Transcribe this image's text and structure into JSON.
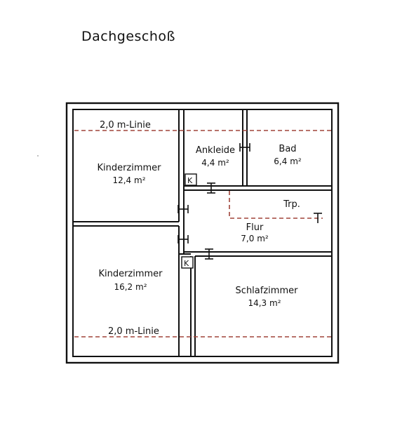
{
  "title": "Dachgeschoß",
  "colors": {
    "walls": "#111111",
    "dashed_lines": "#a0443a",
    "background": "#ffffff"
  },
  "rooms": {
    "kinderzimmer_top": {
      "name": "Kinderzimmer",
      "area": "12,4 m²"
    },
    "ankleide": {
      "name": "Ankleide",
      "area": "4,4 m²"
    },
    "bad": {
      "name": "Bad",
      "area": "6,4 m²"
    },
    "flur": {
      "name": "Flur",
      "area": "7,0 m²"
    },
    "kinderzimmer_bottom": {
      "name": "Kinderzimmer",
      "area": "16,2 m²"
    },
    "schlafzimmer": {
      "name": "Schlafzimmer",
      "area": "14,3 m²"
    }
  },
  "stairs_label": "Trp.",
  "height_line_top": "2,0 m-Linie",
  "height_line_bottom": "2,0 m-Linie",
  "chimney_top": "K",
  "chimney_bottom": "K"
}
